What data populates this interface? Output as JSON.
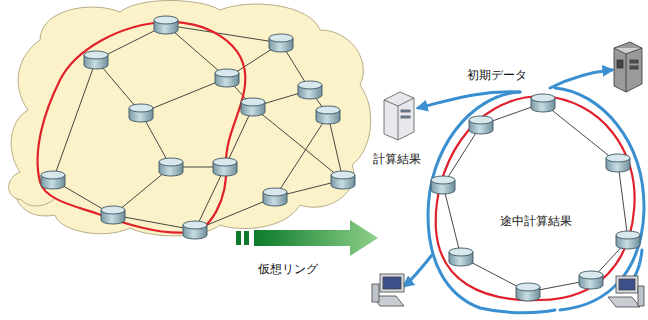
{
  "diagram": {
    "labels": [
      "初期データ",
      "計算結果",
      "途中計算結果",
      "仮想リング"
    ]
  }
}
